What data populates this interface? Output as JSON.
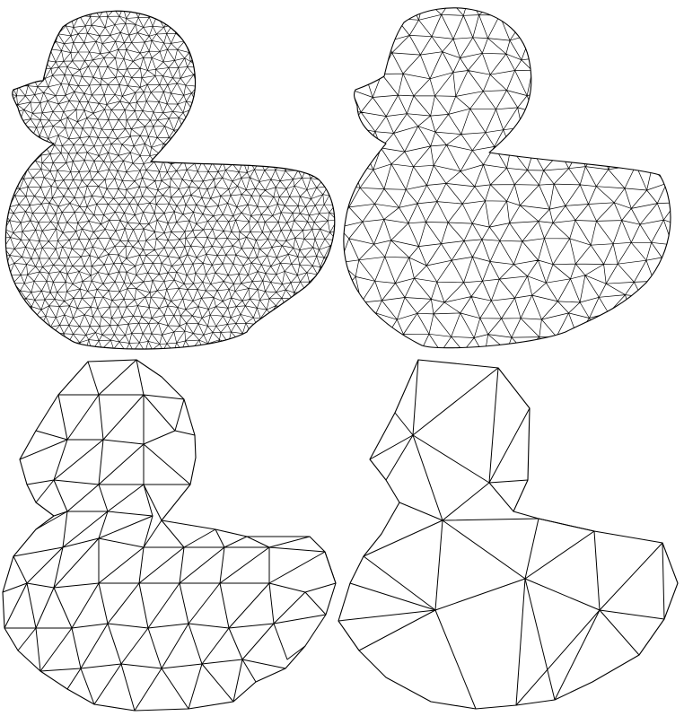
{
  "figure": {
    "panels": [
      {
        "id": "fine",
        "level": "highest-detail",
        "position": "top-left"
      },
      {
        "id": "medium",
        "level": "medium-detail",
        "position": "top-right"
      },
      {
        "id": "coarse",
        "level": "low-detail",
        "position": "bottom-left"
      },
      {
        "id": "very-coarse",
        "level": "lowest-detail",
        "position": "bottom-right"
      }
    ],
    "colors": {
      "background": "#ffffff",
      "edges": "#000000"
    }
  }
}
